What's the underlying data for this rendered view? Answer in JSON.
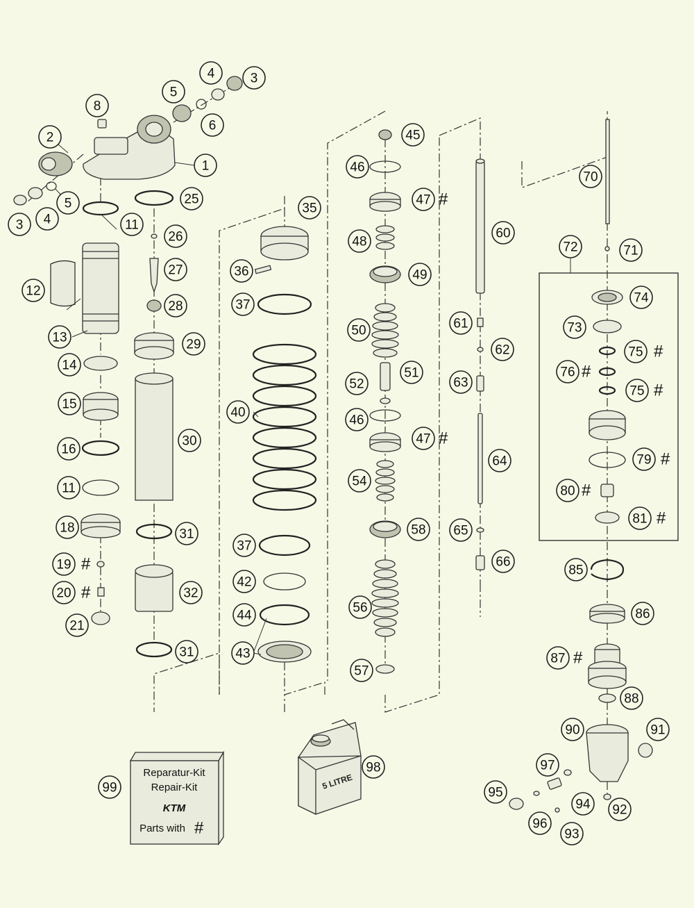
{
  "callouts": [
    {
      "num": "1"
    },
    {
      "num": "2"
    },
    {
      "num": "3"
    },
    {
      "num": "4"
    },
    {
      "num": "5"
    },
    {
      "num": "6"
    },
    {
      "num": "4"
    },
    {
      "num": "3"
    },
    {
      "num": "5"
    },
    {
      "num": "8"
    },
    {
      "num": "11"
    },
    {
      "num": "12"
    },
    {
      "num": "13"
    },
    {
      "num": "14"
    },
    {
      "num": "15"
    },
    {
      "num": "16"
    },
    {
      "num": "11"
    },
    {
      "num": "18"
    },
    {
      "num": "19"
    },
    {
      "num": "20"
    },
    {
      "num": "21"
    },
    {
      "num": "25"
    },
    {
      "num": "26"
    },
    {
      "num": "27"
    },
    {
      "num": "28"
    },
    {
      "num": "29"
    },
    {
      "num": "30"
    },
    {
      "num": "31"
    },
    {
      "num": "32"
    },
    {
      "num": "31"
    },
    {
      "num": "35"
    },
    {
      "num": "36"
    },
    {
      "num": "37"
    },
    {
      "num": "40"
    },
    {
      "num": "37"
    },
    {
      "num": "42"
    },
    {
      "num": "44"
    },
    {
      "num": "43"
    },
    {
      "num": "45"
    },
    {
      "num": "46"
    },
    {
      "num": "47"
    },
    {
      "num": "48"
    },
    {
      "num": "49"
    },
    {
      "num": "50"
    },
    {
      "num": "51"
    },
    {
      "num": "52"
    },
    {
      "num": "46"
    },
    {
      "num": "47"
    },
    {
      "num": "54"
    },
    {
      "num": "58"
    },
    {
      "num": "56"
    },
    {
      "num": "57"
    },
    {
      "num": "60"
    },
    {
      "num": "61"
    },
    {
      "num": "62"
    },
    {
      "num": "63"
    },
    {
      "num": "64"
    },
    {
      "num": "65"
    },
    {
      "num": "66"
    },
    {
      "num": "70"
    },
    {
      "num": "71"
    },
    {
      "num": "72"
    },
    {
      "num": "74"
    },
    {
      "num": "73"
    },
    {
      "num": "75"
    },
    {
      "num": "76"
    },
    {
      "num": "75"
    },
    {
      "num": "79"
    },
    {
      "num": "80"
    },
    {
      "num": "81"
    },
    {
      "num": "85"
    },
    {
      "num": "86"
    },
    {
      "num": "87"
    },
    {
      "num": "88"
    },
    {
      "num": "90"
    },
    {
      "num": "91"
    },
    {
      "num": "97"
    },
    {
      "num": "95"
    },
    {
      "num": "94"
    },
    {
      "num": "96"
    },
    {
      "num": "92"
    },
    {
      "num": "93"
    },
    {
      "num": "98"
    },
    {
      "num": "99"
    }
  ],
  "hash_symbol": "#",
  "repair_kit": {
    "line1": "Reparatur-Kit",
    "line2": "Repair-Kit",
    "logo": "KTM",
    "line3": "Parts with",
    "line3_symbol": "#"
  },
  "oil_can": {
    "label": "5 LITRE"
  }
}
